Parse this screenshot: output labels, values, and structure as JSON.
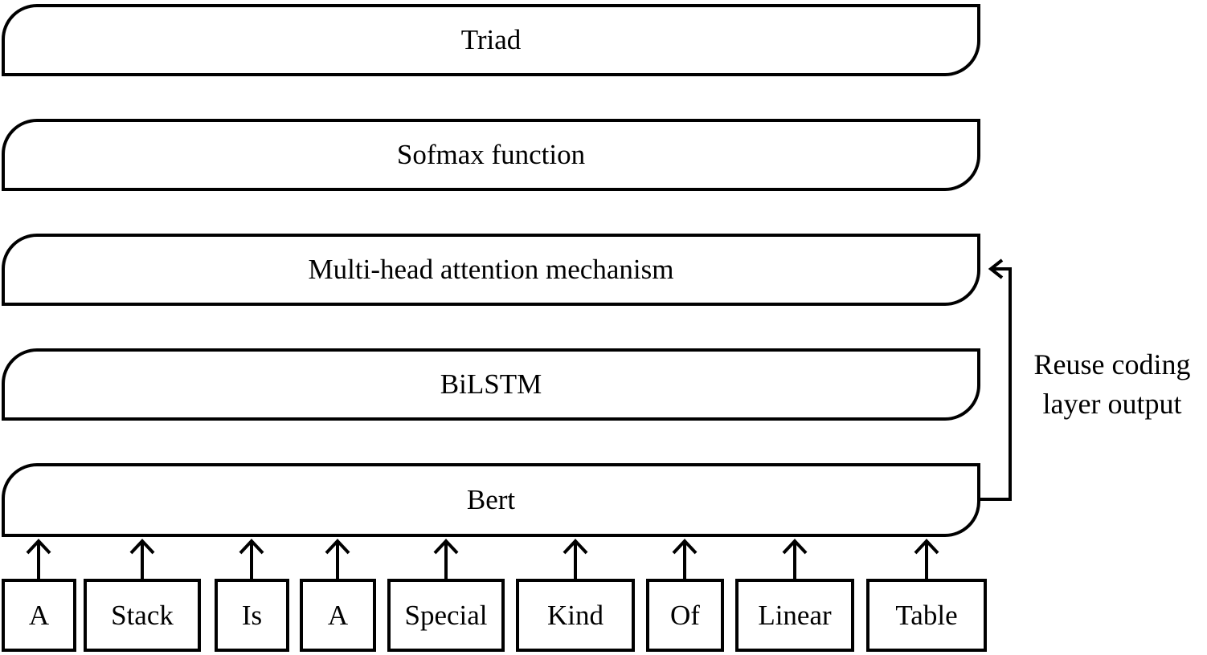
{
  "diagram": {
    "layers": [
      {
        "id": "triad",
        "label": "Triad"
      },
      {
        "id": "softmax",
        "label": "Sofmax function"
      },
      {
        "id": "multihead",
        "label": "Multi-head attention mechanism"
      },
      {
        "id": "bilstm",
        "label": "BiLSTM"
      },
      {
        "id": "bert",
        "label": "Bert"
      }
    ],
    "tokens": [
      "A",
      "Stack",
      "Is",
      "A",
      "Special",
      "Kind",
      "Of",
      "Linear",
      "Table"
    ],
    "annotation": {
      "line1": "Reuse coding",
      "line2": "layer output"
    },
    "icons": {
      "input_arrow": "up-arrow",
      "feedback_arrow": "left-elbow-arrow"
    },
    "colors": {
      "stroke": "#000000",
      "background": "#ffffff"
    }
  }
}
